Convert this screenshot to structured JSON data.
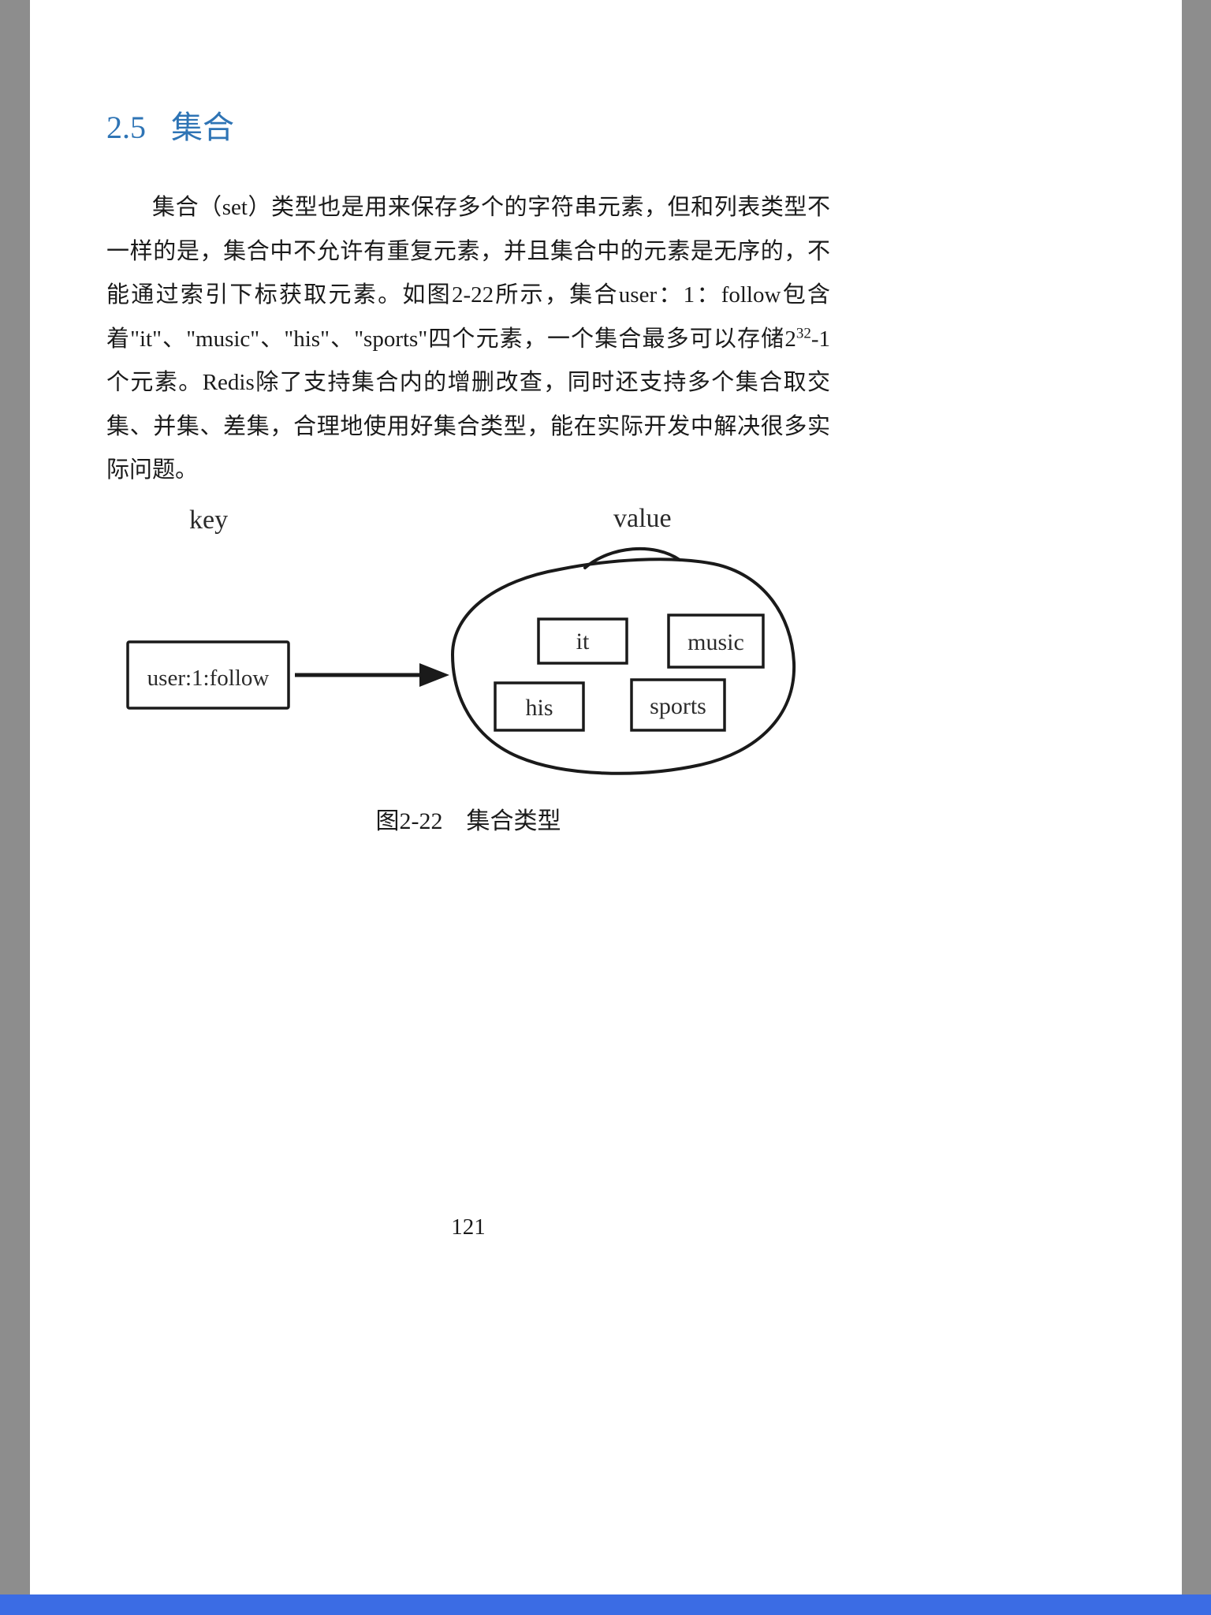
{
  "page": {
    "section_number": "2.5",
    "section_title": "集合",
    "paragraph": {
      "part1": "集合（set）类型也是用来保存多个的字符串元素，但和列表类型不一样的是，集合中不允许有重复元素，并且集合中的元素是无序的，不能通过索引下标获取元素。如图2-22所示，集合user：1：follow包含着\"it\"、\"music\"、\"his\"、\"sports\"四个元素，一个集合最多可以存储2",
      "superscript": "32",
      "part2": "-1个元素。Redis除了支持集合内的增删改查，同时还支持多个集合取交集、并集、差集，合理地使用好集合类型，能在实际开发中解决很多实际问题。"
    },
    "figure": {
      "key_label": "key",
      "value_label": "value",
      "key_text": "user:1:follow",
      "set_items": [
        "it",
        "music",
        "his",
        "sports"
      ],
      "caption": "图2-22　集合类型"
    },
    "page_number": "121"
  },
  "colors": {
    "heading-blue": "#2e74b5",
    "side-gray": "#8d8d8d",
    "bottom-bar-blue": "#3b6ce4"
  }
}
